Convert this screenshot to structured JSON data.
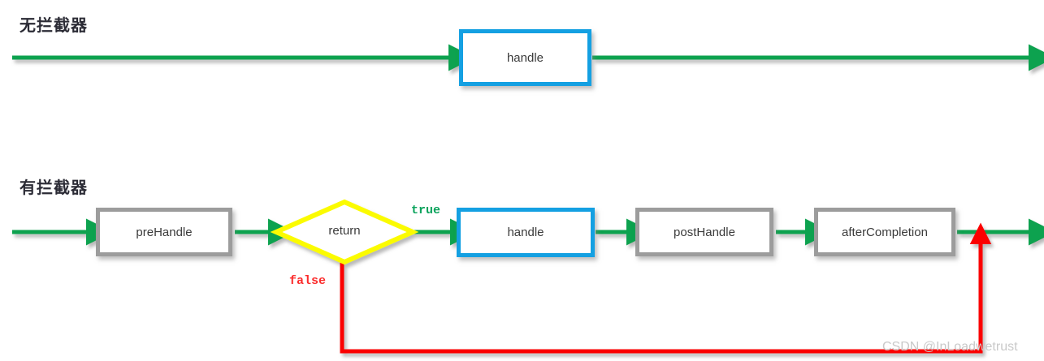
{
  "diagram": {
    "title_top": "无拦截器",
    "title_bottom": "有拦截器",
    "watermark": "CSDN @InLoadwetrust",
    "colors": {
      "arrow_green": "#0ba24f",
      "arrow_red": "#fb0000",
      "node_border_gray": "#9c9c9c",
      "node_border_blue": "#14a0e2",
      "decision_fill_border": "#fbfb00",
      "text_dark": "#3b3b3b",
      "title_text": "#2b2b35",
      "label_true": "#0aa35c",
      "label_false": "#fb2b2b",
      "watermark_gray": "#c9c9c9"
    }
  },
  "flow_no_interceptor": {
    "nodes": [
      {
        "id": "handle-top",
        "label": "handle",
        "style": "blue"
      }
    ],
    "edges": [
      {
        "from": "start",
        "to": "handle-top",
        "label": "",
        "color": "#0ba24f"
      },
      {
        "from": "handle-top",
        "to": "end",
        "label": "",
        "color": "#0ba24f"
      }
    ]
  },
  "flow_with_interceptor": {
    "nodes": [
      {
        "id": "preHandle",
        "label": "preHandle",
        "style": "gray"
      },
      {
        "id": "return",
        "label": "return",
        "style": "decision"
      },
      {
        "id": "handle",
        "label": "handle",
        "style": "blue"
      },
      {
        "id": "postHandle",
        "label": "postHandle",
        "style": "gray"
      },
      {
        "id": "afterCompletion",
        "label": "afterCompletion",
        "style": "gray"
      }
    ],
    "edges": [
      {
        "from": "start",
        "to": "preHandle",
        "label": "",
        "color": "#0ba24f"
      },
      {
        "from": "preHandle",
        "to": "return",
        "label": "",
        "color": "#0ba24f"
      },
      {
        "from": "return",
        "to": "handle",
        "label": "true",
        "color": "#0ba24f"
      },
      {
        "from": "handle",
        "to": "postHandle",
        "label": "",
        "color": "#0ba24f"
      },
      {
        "from": "postHandle",
        "to": "afterCompletion",
        "label": "",
        "color": "#0ba24f"
      },
      {
        "from": "afterCompletion",
        "to": "end",
        "label": "",
        "color": "#0ba24f"
      },
      {
        "from": "return",
        "to": "afterCompletion-out",
        "label": "false",
        "color": "#fb0000"
      }
    ]
  }
}
